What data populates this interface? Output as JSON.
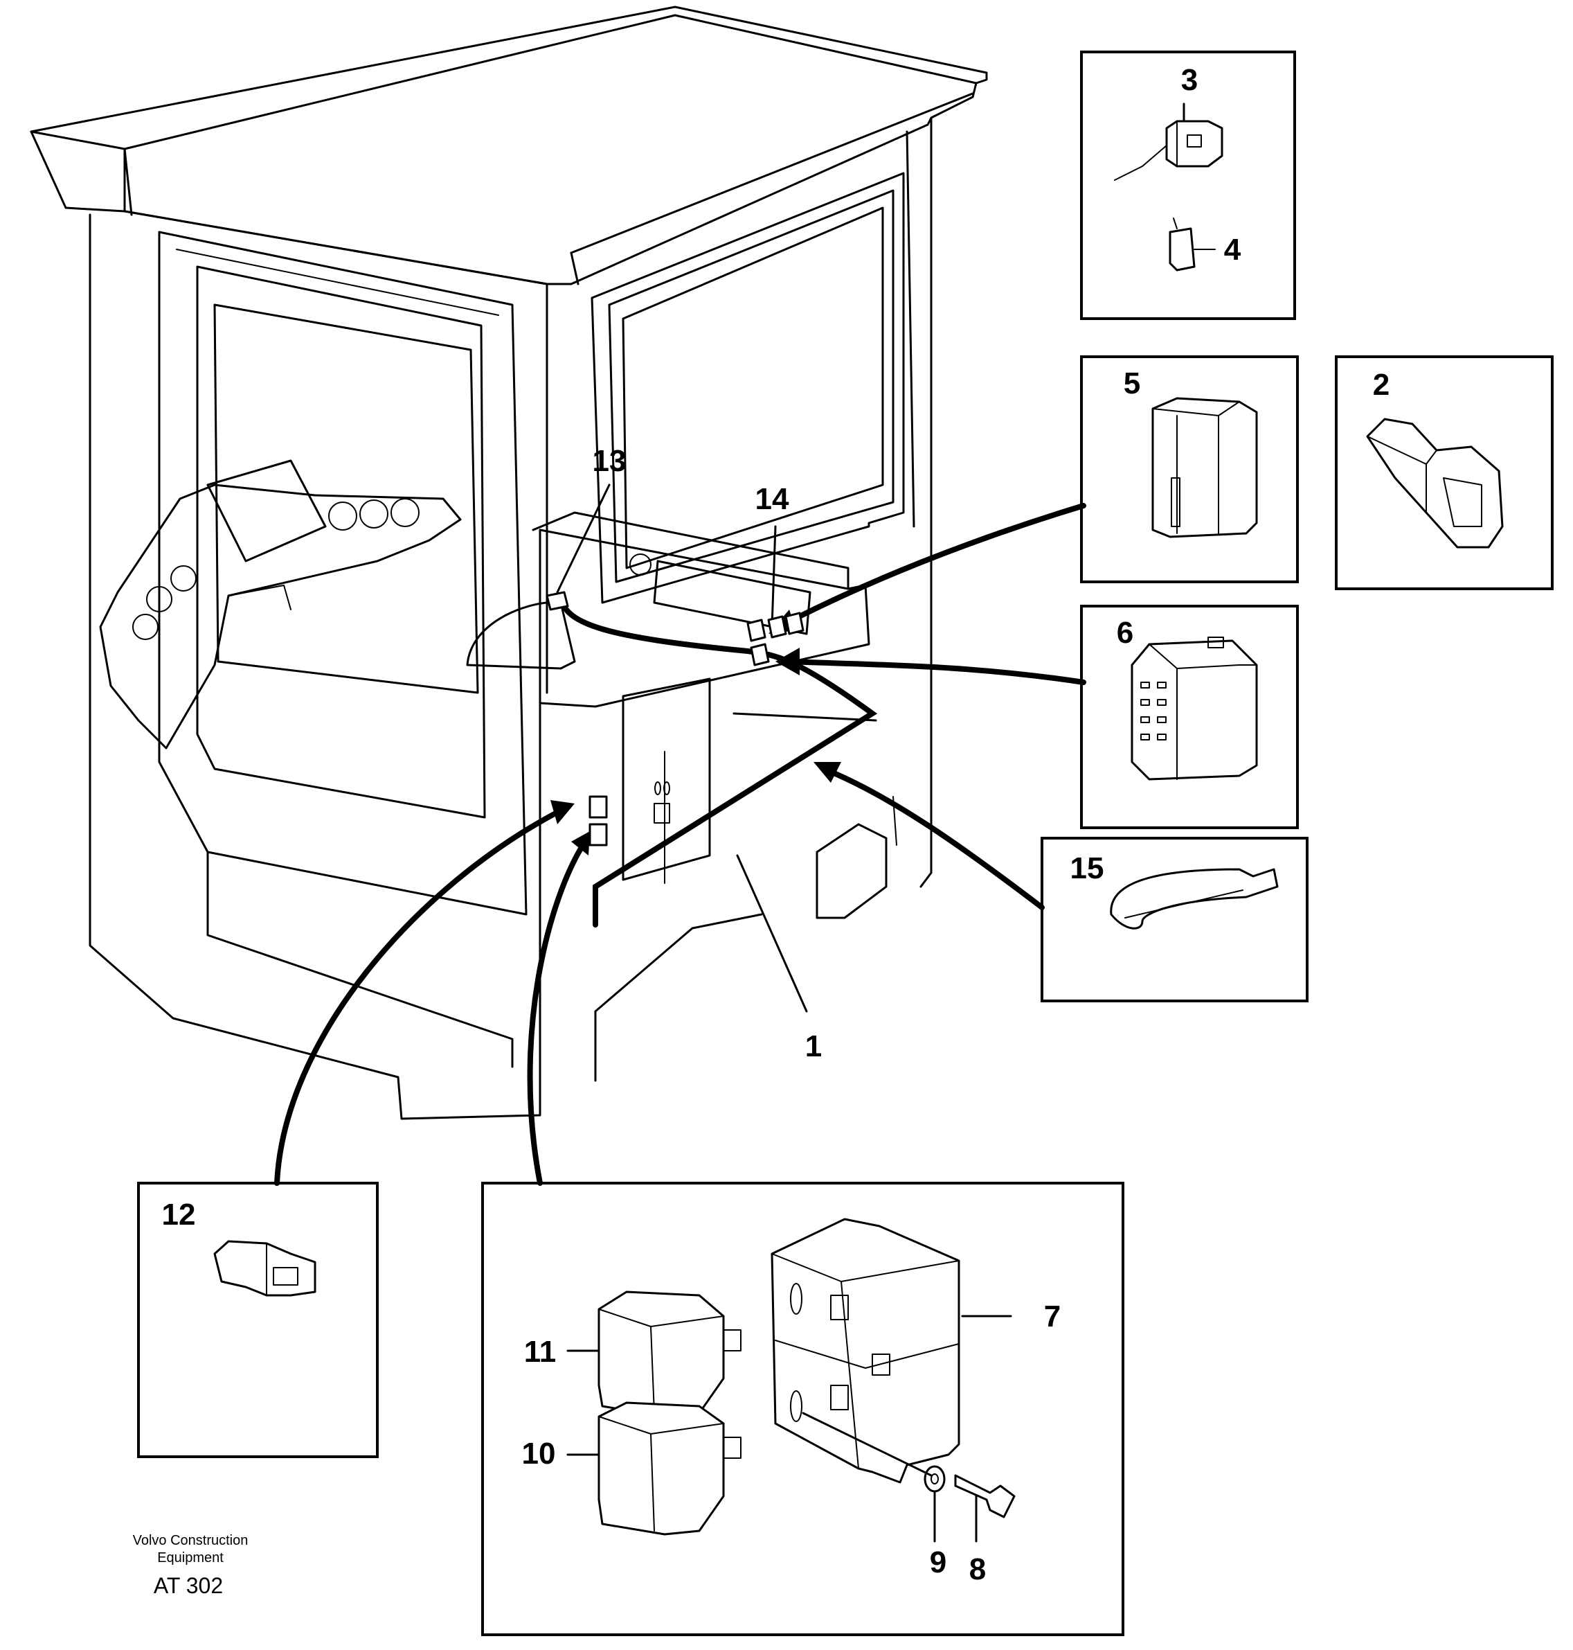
{
  "callouts": {
    "c1": "1",
    "c2": "2",
    "c3": "3",
    "c4": "4",
    "c5": "5",
    "c6": "6",
    "c7": "7",
    "c8": "8",
    "c9": "9",
    "c10": "10",
    "c11": "11",
    "c12": "12",
    "c13": "13",
    "c14": "14",
    "c15": "15"
  },
  "footer": {
    "company_line1": "Volvo Construction",
    "company_line2": "Equipment",
    "figure_code": "AT 302"
  },
  "colors": {
    "ink": "#000000",
    "paper": "#ffffff"
  }
}
